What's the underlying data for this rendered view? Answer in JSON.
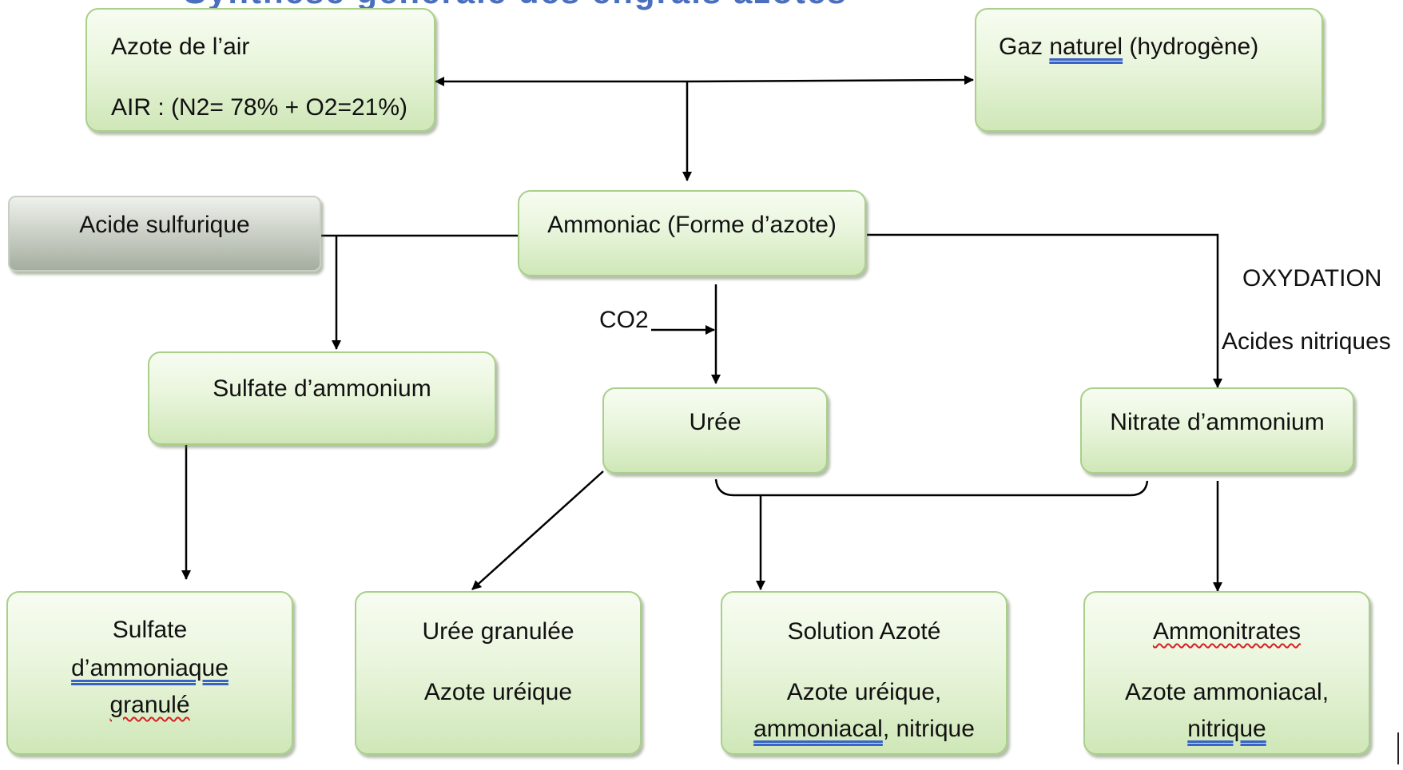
{
  "nodes": {
    "azote_air": {
      "line1": "Azote de l’air",
      "line2": "AIR : (N2= 78% + O2=21%)"
    },
    "gaz_naturel": {
      "prefix": "Gaz ",
      "naturel": "naturel",
      "suffix": "  (hydrogène)"
    },
    "acide_sulfurique": {
      "label": "Acide sulfurique"
    },
    "ammoniac": {
      "label": "Ammoniac (Forme d’azote)"
    },
    "sulfate_ammonium": {
      "label": "Sulfate d’ammonium"
    },
    "uree": {
      "label": "Urée"
    },
    "nitrate_ammonium": {
      "label": "Nitrate d’ammonium"
    },
    "sulfate_ammoniaque": {
      "line1": "Sulfate",
      "line2": "d’ammoniaque",
      "line3": "granulé"
    },
    "uree_granulee": {
      "line1": "Urée granulée",
      "line2": "Azote uréique"
    },
    "solution_azote": {
      "line1": "Solution Azoté",
      "line2": "Azote uréique,",
      "line3_a": "ammoniacal",
      "line3_b": ", nitrique"
    },
    "ammonitrates": {
      "line1": "Ammonitrates",
      "line2": "Azote ammoniacal,",
      "line3": "nitrique"
    }
  },
  "labels": {
    "co2": "CO2",
    "oxydation": "OXYDATION",
    "acides_nitriques": "Acides nitriques"
  },
  "title_fragment": "Synthèse générale des engrais azotés",
  "colors": {
    "box_border": "#a9cf8a",
    "box_fill_top": "#f7fcf1",
    "box_fill_bottom": "#cfe7b8",
    "grey_box_fill": "#c6ccc2",
    "line": "#000000",
    "title": "#4a6fbf",
    "spell_underline": "#d62020",
    "grammar_underline": "#3a63c8"
  }
}
